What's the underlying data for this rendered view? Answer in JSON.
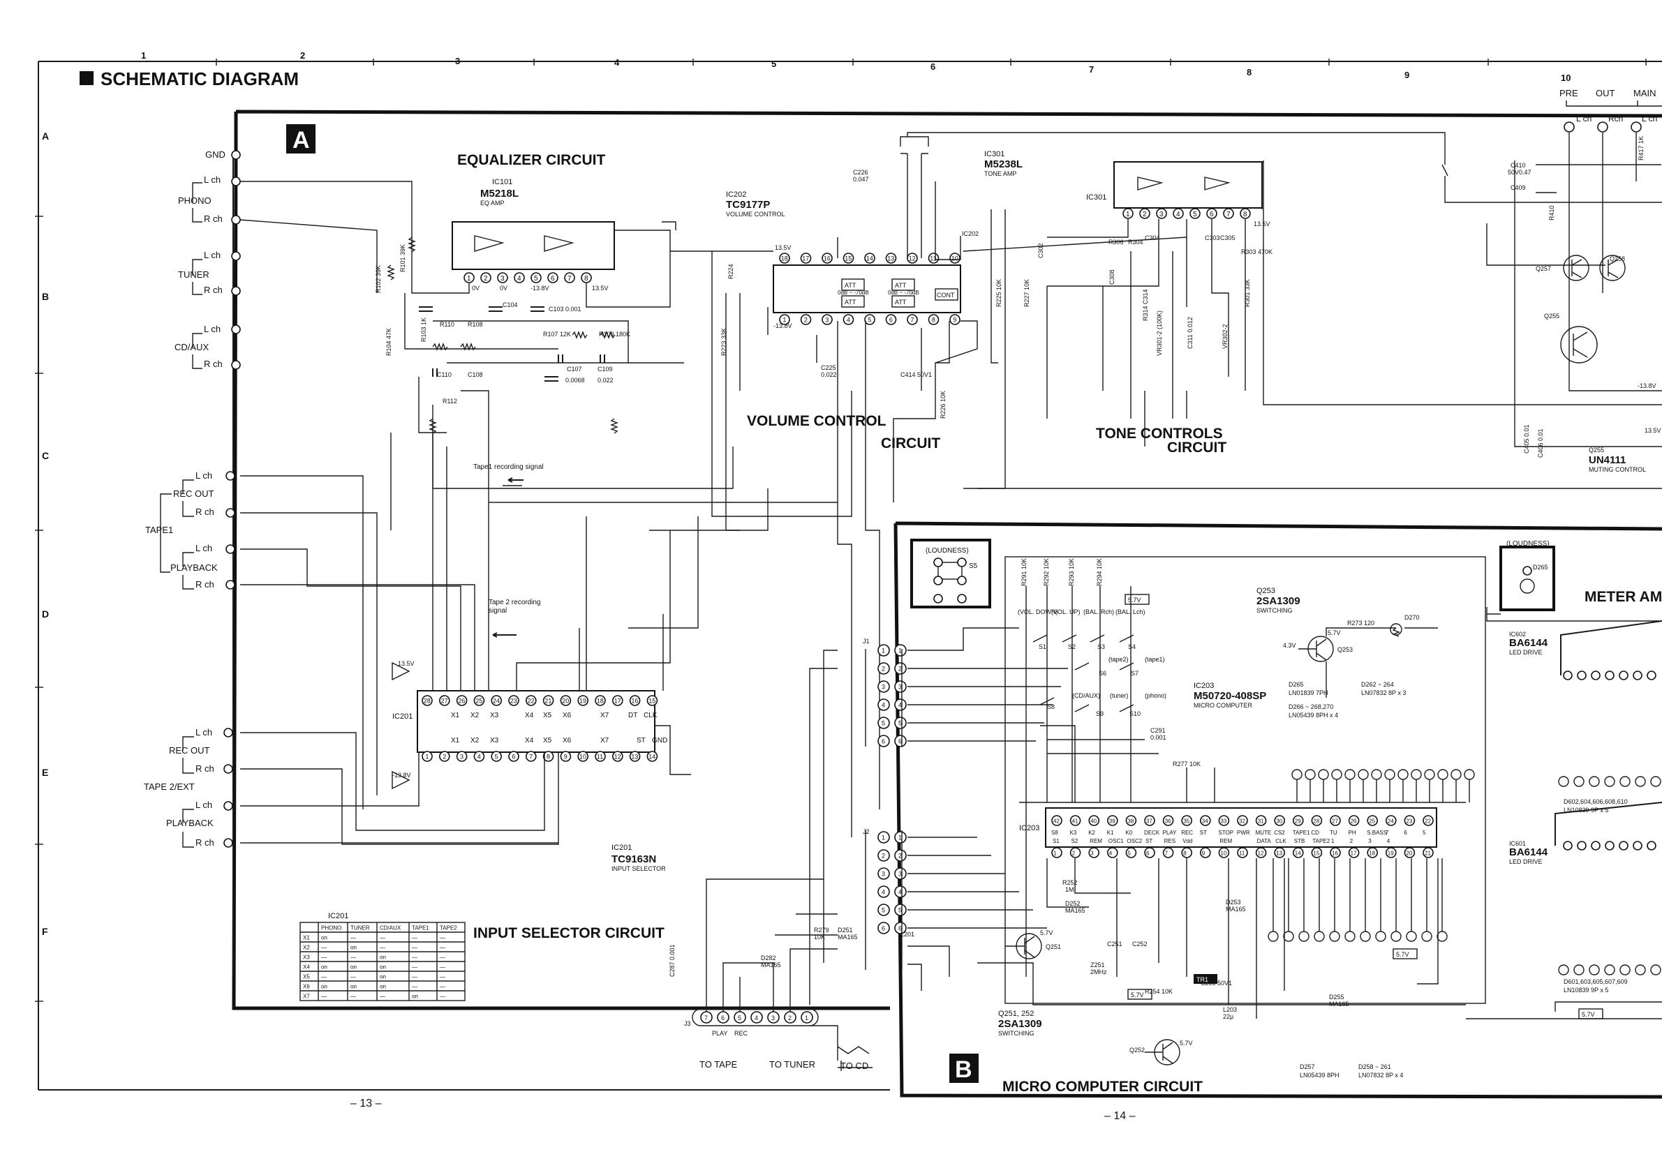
{
  "page": {
    "title": "SCHEMATIC DIAGRAM",
    "page_left": "– 13 –",
    "page_right": "– 14 –",
    "column_numbers": [
      "1",
      "2",
      "3",
      "4",
      "5",
      "6",
      "7",
      "8",
      "9",
      "10"
    ],
    "row_letters": [
      "A",
      "B",
      "C",
      "D",
      "E",
      "F"
    ]
  },
  "sections": {
    "a_badge": "A",
    "b_badge": "B",
    "equalizer": "EQUALIZER CIRCUIT",
    "volume_1": "VOLUME CONTROL",
    "volume_2": "CIRCUIT",
    "tone_1": "TONE CONTROLS",
    "tone_2": "CIRCUIT",
    "input_selector": "INPUT SELECTOR CIRCUIT",
    "micro": "MICRO COMPUTER CIRCUIT",
    "meter": "METER AM"
  },
  "inputs": {
    "gnd": "GND",
    "phono": "PHONO",
    "tuner": "TUNER",
    "cdaux": "CD/AUX",
    "tape1": "TAPE1",
    "tape2": "TAPE 2/EXT",
    "rec_out": "REC OUT",
    "playback": "PLAYBACK",
    "lch": "L ch",
    "rch": "R ch"
  },
  "pre_out": {
    "pre": "PRE",
    "out": "OUT",
    "main": "MAIN",
    "lch": "L ch",
    "rch": "Rch",
    "lch2": "L ch"
  },
  "ics": {
    "ic101_ref": "IC101",
    "ic101_part": "M5218L",
    "ic101_desc": "EQ AMP",
    "ic202_ref": "IC202",
    "ic202_part": "TC9177P",
    "ic202_desc": "VOLUME CONTROL",
    "ic301_ref": "IC301",
    "ic301_part": "M5238L",
    "ic301_desc": "TONE AMP",
    "ic201_ref": "IC201",
    "ic201_part": "TC9163N",
    "ic201_desc": "INPUT SELECTOR",
    "ic203_ref": "IC203",
    "ic203_part": "M50720-408SP",
    "ic203_desc": "MICRO COMPUTER",
    "ic602_ref": "IC602",
    "ic602_part": "BA6144",
    "ic602_desc": "LED DRIVE",
    "ic601_ref": "IC601",
    "ic601_part": "BA6144",
    "ic601_desc": "LED DRIVE",
    "q255_ref": "Q255",
    "q255_part": "UN4111",
    "q255_desc": "MUTING CONTROL",
    "q253_ref": "Q253",
    "q253_part": "2SA1309",
    "q253_desc": "SWITCHING",
    "q251_ref": "Q251, 252",
    "q251_part": "2SA1309",
    "q251_desc": "SWITCHING"
  },
  "notes": {
    "tape1_rec": "Tape1 recording signal",
    "tape2_rec_1": "Tape 2  recording",
    "tape2_rec_2": "signal",
    "loudness": "(LOUDNESS)",
    "to_tape": "TO TAPE",
    "to_tuner": "TO TUNER",
    "to_cd": "TO CD",
    "play": "PLAY",
    "rec": "REC",
    "d265": "D265",
    "d265_part": "LN01839 7PH",
    "d262": "D262 ~ 264",
    "d262_part": "LN07832 8P x 3",
    "d266": "D266 ~ 268,270",
    "d266_part": "LN05439 8PH x 4",
    "d257": "D257",
    "d257_part": "LN05439 8PH",
    "d258": "D258 ~ 261",
    "d258_part": "LN07832 8P x 4",
    "d602": "D602,604,606,608,610",
    "d602_part": "LN10839 9P x 5",
    "d601": "D601,603,605,607,609",
    "d601_part": "LN10839 9P x 5"
  },
  "switches": {
    "vol_down": "(VOL. DOWN)",
    "vol_up": "(VOL. UP)",
    "bal_r": "(BAL. Rch)",
    "bal_l": "(BAL. Lch)",
    "tape2": "(tape2)",
    "tape1": "(tape1)",
    "cdaux": "(CD/AUX)",
    "tuner": "(tuner)",
    "phono": "(phono)"
  },
  "ic203_top_pins": {
    "numbers": [
      "42",
      "41",
      "40",
      "39",
      "38",
      "37",
      "36",
      "35",
      "34",
      "33",
      "32",
      "31",
      "30",
      "29",
      "28",
      "27",
      "26",
      "25",
      "24",
      "23",
      "22"
    ],
    "labels": [
      "S8",
      "K3",
      "K2",
      "K1",
      "K0",
      "DECK",
      "PLAY",
      "REC",
      "ST",
      "STOP",
      "PWR",
      "MUTE",
      "CS2",
      "TAPE1",
      "CD",
      "TU",
      "PH",
      "S.BASS",
      "7",
      "6",
      "5"
    ]
  },
  "ic203_bottom_pins": {
    "numbers": [
      "1",
      "2",
      "3",
      "4",
      "5",
      "6",
      "7",
      "8",
      "9",
      "10",
      "11",
      "12",
      "13",
      "14",
      "15",
      "16",
      "17",
      "18",
      "19",
      "20",
      "21"
    ],
    "labels": [
      "S1",
      "S2",
      "REM",
      "OSC1",
      "OSC2",
      "ST",
      "RES",
      "Vdd",
      "",
      "REM",
      "",
      "DATA",
      "CLK",
      "STB",
      "TAPE2",
      "1",
      "2",
      "3",
      "4",
      "",
      ""
    ]
  },
  "ic201_top_pins": [
    "28",
    "27",
    "26",
    "25",
    "24",
    "23",
    "22",
    "21",
    "20",
    "19",
    "18",
    "17",
    "16",
    "15"
  ],
  "ic201_bottom_pins": [
    "1",
    "2",
    "3",
    "4",
    "5",
    "6",
    "7",
    "8",
    "9",
    "10",
    "11",
    "12",
    "13",
    "14"
  ],
  "ic202_top_pins": [
    "18",
    "17",
    "16",
    "15",
    "14",
    "13",
    "12",
    "11",
    "10"
  ],
  "ic202_bottom_pins": [
    "1",
    "2",
    "3",
    "4",
    "5",
    "6",
    "7",
    "8",
    "9"
  ],
  "truth_table": {
    "title": "IC201",
    "headers": [
      "",
      "PHONO",
      "TUNER",
      "CD/AUX",
      "TAPE1",
      "TAPE2"
    ],
    "rows": [
      [
        "X1",
        "on",
        "—",
        "—",
        "—",
        "—"
      ],
      [
        "X2",
        "—",
        "on",
        "—",
        "—",
        "—"
      ],
      [
        "X3",
        "—",
        "—",
        "on",
        "—",
        "—"
      ],
      [
        "X4",
        "on",
        "on",
        "on",
        "—",
        "—"
      ],
      [
        "X5",
        "—",
        "—",
        "on",
        "—",
        "—"
      ],
      [
        "X6",
        "on",
        "on",
        "on",
        "—",
        "—"
      ],
      [
        "X7",
        "—",
        "—",
        "—",
        "on",
        "—"
      ]
    ]
  },
  "voltages": {
    "v135": "13.5V",
    "vm138": "-13.8V",
    "v0": "0V",
    "v57": "5.7V",
    "v43": "4.3V"
  }
}
